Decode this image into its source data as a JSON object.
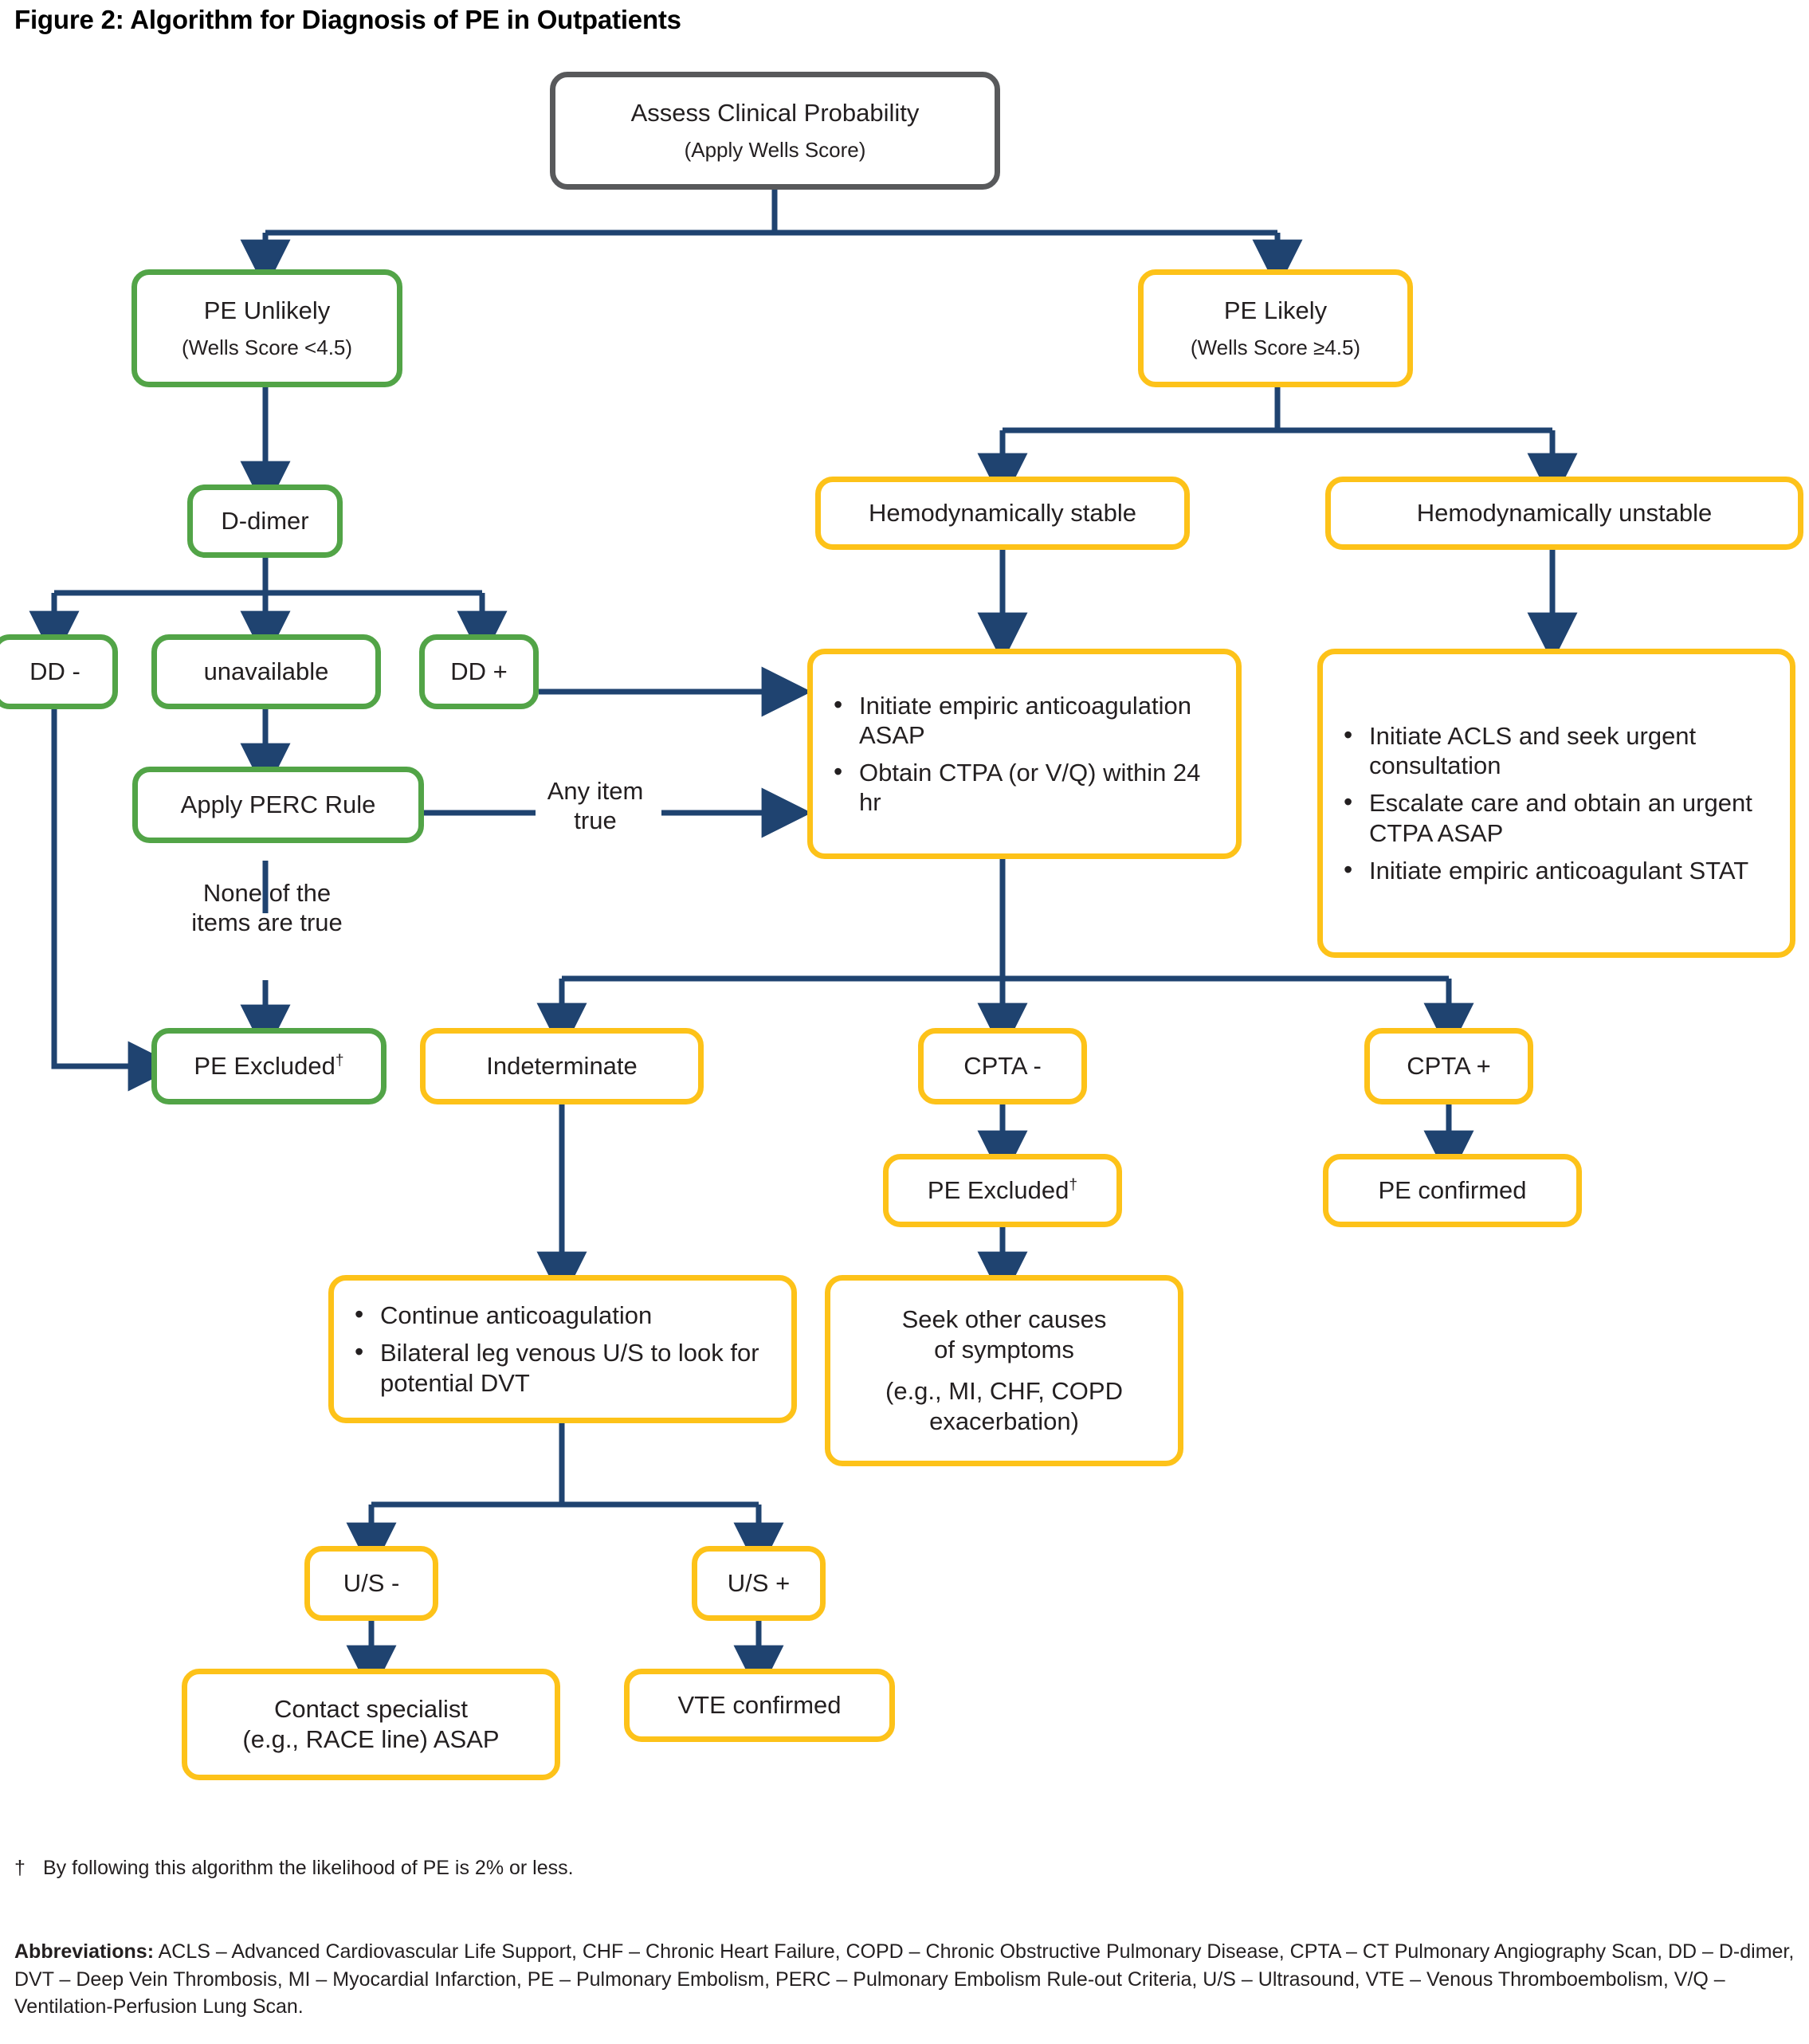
{
  "figure": {
    "title": "Figure 2: Algorithm for Diagnosis of PE in Outpatients"
  },
  "colors": {
    "green": "#52A447",
    "amber": "#FDC219",
    "grey": "#58595B",
    "connector": "#1F4370",
    "text": "#231F20"
  },
  "nodes": {
    "assess": {
      "line1": "Assess Clinical Probability",
      "line2": "(Apply Wells Score)"
    },
    "pe_unlikely": {
      "line1": "PE Unlikely",
      "line2": "(Wells Score <4.5)"
    },
    "pe_likely": {
      "line1": "PE Likely",
      "line2": "(Wells Score ≥4.5)"
    },
    "d_dimer": {
      "label": "D-dimer"
    },
    "dd_neg": {
      "label": "DD -"
    },
    "dd_unavailable": {
      "label": "unavailable"
    },
    "dd_pos": {
      "label": "DD +"
    },
    "perc": {
      "label": "Apply PERC Rule"
    },
    "pe_excluded_left": {
      "label": "PE Excluded",
      "marker": "†"
    },
    "hemo_stable": {
      "label": "Hemodynamically stable"
    },
    "hemo_unstable": {
      "label": "Hemodynamically unstable"
    },
    "stable_actions": {
      "bullets": [
        "Initiate empiric anticoagulation ASAP",
        "Obtain CTPA (or V/Q) within 24 hr"
      ]
    },
    "unstable_actions": {
      "bullets": [
        "Initiate ACLS and seek urgent consultation",
        "Escalate care and obtain an urgent CTPA ASAP",
        "Initiate empiric anticoagulant STAT"
      ]
    },
    "indeterminate": {
      "label": "Indeterminate"
    },
    "cpta_neg": {
      "label": "CPTA -"
    },
    "cpta_pos": {
      "label": "CPTA +"
    },
    "pe_excluded_mid": {
      "label": "PE Excluded",
      "marker": "†"
    },
    "pe_confirmed": {
      "label": "PE confirmed"
    },
    "indeterminate_actions": {
      "bullets": [
        "Continue anticoagulation",
        "Bilateral leg venous U/S to look for potential DVT"
      ]
    },
    "seek_other": {
      "line1": "Seek other causes",
      "line2": "of symptoms",
      "line3": "(e.g., MI, CHF, COPD",
      "line4": "exacerbation)"
    },
    "us_neg": {
      "label": "U/S -"
    },
    "us_pos": {
      "label": "U/S +"
    },
    "contact_specialist": {
      "line1": "Contact specialist",
      "line2": "(e.g., RACE line) ASAP"
    },
    "vte_confirmed": {
      "label": "VTE confirmed"
    }
  },
  "edge_labels": {
    "any_item_true": "Any item\ntrue",
    "none_items_true": "None of the\nitems are true"
  },
  "footnote": {
    "marker": "†",
    "text": "By following this algorithm the likelihood of PE is 2% or less."
  },
  "abbreviations": {
    "heading": "Abbreviations:",
    "text": " ACLS – Advanced Cardiovascular Life Support, CHF – Chronic Heart Failure, COPD – Chronic Obstructive Pulmonary Disease, CPTA – CT Pulmonary Angiography Scan, DD – D-dimer, DVT – Deep Vein Thrombosis, MI – Myocardial Infarction, PE – Pulmonary Embolism, PERC – Pulmonary Embolism Rule-out Criteria, U/S – Ultrasound, VTE – Venous Thromboembolism, V/Q – Ventilation-Perfusion Lung Scan."
  }
}
